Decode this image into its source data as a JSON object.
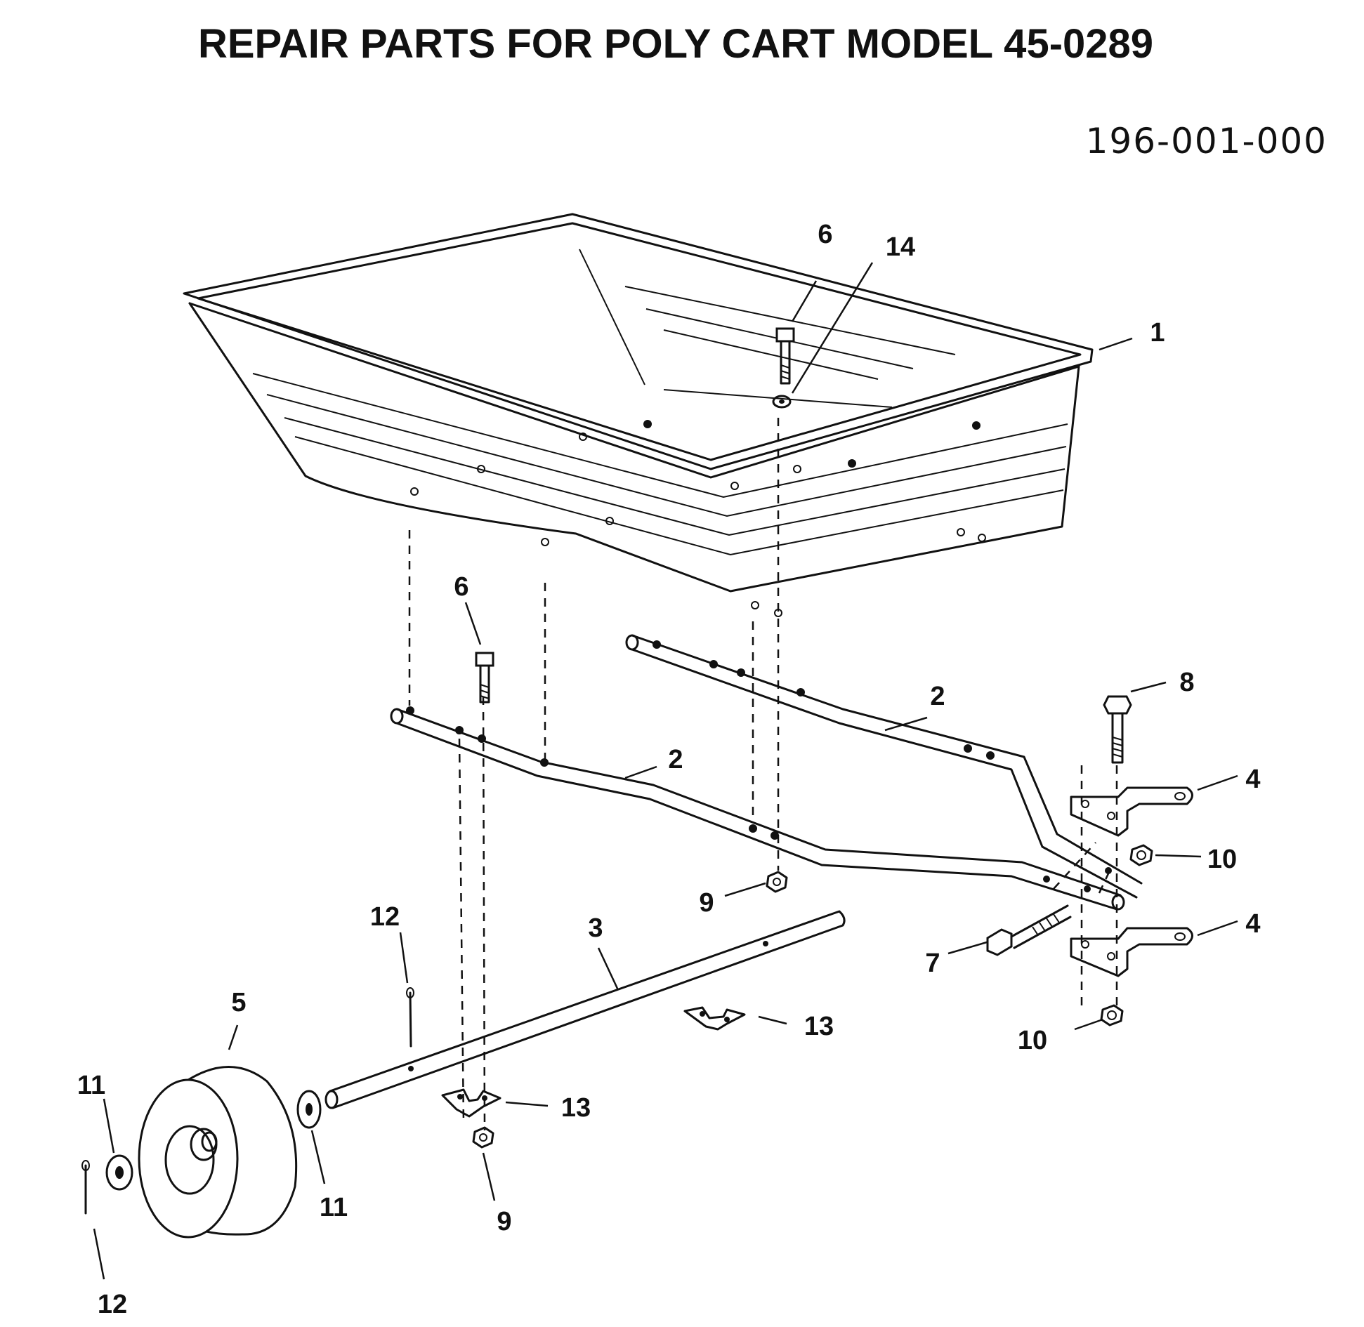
{
  "title": "REPAIR PARTS FOR POLY CART MODEL 45-0289",
  "document_number": "196-001-000",
  "callouts": {
    "c1": "1",
    "c2a": "2",
    "c2b": "2",
    "c3": "3",
    "c4a": "4",
    "c4b": "4",
    "c5": "5",
    "c6a": "6",
    "c6b": "6",
    "c7": "7",
    "c8": "8",
    "c9a": "9",
    "c9b": "9",
    "c10a": "10",
    "c10b": "10",
    "c11a": "11",
    "c11b": "11",
    "c12a": "12",
    "c12b": "12",
    "c13a": "13",
    "c13b": "13",
    "c14": "14"
  }
}
